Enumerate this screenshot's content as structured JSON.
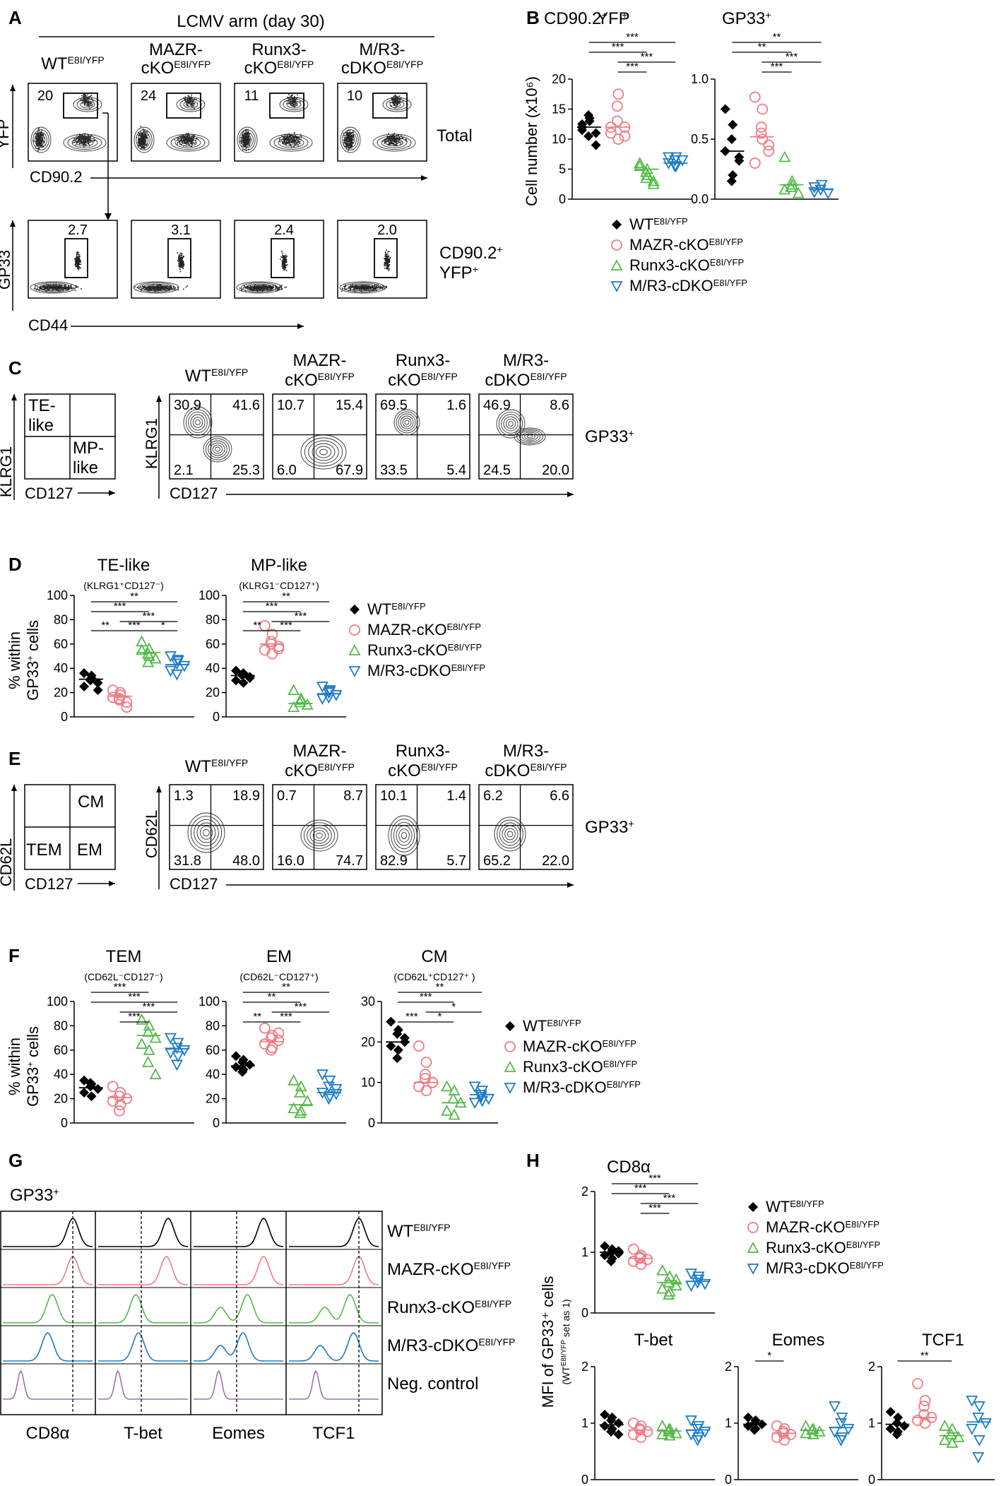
{
  "panel_labels": {
    "A": "A",
    "B": "B",
    "C": "C",
    "D": "D",
    "E": "E",
    "F": "F",
    "G": "G",
    "H": "H"
  },
  "colors": {
    "wt": "#000000",
    "mazr": "#ee7d86",
    "runx3": "#55b94a",
    "mr3": "#1f7bc4",
    "neg": "#9b72b0"
  },
  "genotypes": [
    {
      "name": "WT",
      "sup": "E8I/YFP"
    },
    {
      "name": "MAZR-cKO",
      "sup": "E8I/YFP"
    },
    {
      "name": "Runx3-cKO",
      "sup": "E8I/YFP"
    },
    {
      "name": "M/R3-cDKO",
      "sup": "E8I/YFP"
    }
  ],
  "genotypes_two_line": [
    {
      "l1": "",
      "l2": "WT",
      "sup": "E8I/YFP"
    },
    {
      "l1": "MAZR-",
      "l2": "cKO",
      "sup": "E8I/YFP"
    },
    {
      "l1": "Runx3-",
      "l2": "cKO",
      "sup": "E8I/YFP"
    },
    {
      "l1": "M/R3-",
      "l2": "cDKO",
      "sup": "E8I/YFP"
    }
  ],
  "neg_control": "Neg. control",
  "panelA": {
    "title": "LCMV arm (day 30)",
    "row1_label": "Total",
    "row2_label_l1": "CD90.2",
    "row2_label_sup": "+",
    "row2_label_l2": "YFP",
    "row2_label_l2_sup": "+",
    "row1_x": "CD90.2",
    "row1_y": "YFP",
    "row2_x": "CD44",
    "row2_y": "GP33",
    "row1_values": [
      "20",
      "24",
      "11",
      "10"
    ],
    "row2_values": [
      "2.7",
      "3.1",
      "2.4",
      "2.0"
    ]
  },
  "panelC": {
    "key_tl": [
      "TE-",
      "like"
    ],
    "key_br": [
      "MP-",
      "like"
    ],
    "x": "CD127",
    "y": "KLRG1",
    "side": "GP33",
    "side_sup": "+",
    "quads": [
      [
        "30.9",
        "41.6",
        "2.1",
        "25.3"
      ],
      [
        "10.7",
        "15.4",
        "6.0",
        "67.9"
      ],
      [
        "69.5",
        "1.6",
        "33.5",
        "5.4"
      ],
      [
        "46.9",
        "8.6",
        "24.5",
        "20.0"
      ]
    ]
  },
  "panelE": {
    "key_tr": "CM",
    "key_bl": "TEM",
    "key_br": "EM",
    "x": "CD127",
    "y": "CD62L",
    "side": "GP33",
    "side_sup": "+",
    "quads": [
      [
        "1.3",
        "18.9",
        "31.8",
        "48.0"
      ],
      [
        "0.7",
        "8.7",
        "16.0",
        "74.7"
      ],
      [
        "10.1",
        "1.4",
        "82.9",
        "5.7"
      ],
      [
        "6.2",
        "6.6",
        "65.2",
        "22.0"
      ]
    ]
  },
  "panelG": {
    "title": "GP33",
    "title_sup": "+",
    "markers": [
      "CD8α",
      "T-bet",
      "Eomes",
      "TCF1"
    ]
  },
  "chart_data": [
    {
      "id": "B1",
      "type": "scatter",
      "title": "CD90.2⁺YFP⁺",
      "ylabel": "Cell number (x10⁶)",
      "ylim": [
        0,
        20
      ],
      "yticks": [
        "0",
        "5",
        "10",
        "15",
        "20"
      ],
      "series": [
        {
          "name": "WT",
          "values": [
            12.5,
            13.5,
            10.5,
            11,
            12,
            13,
            14,
            9,
            11.5
          ]
        },
        {
          "name": "MAZR-cKO",
          "values": [
            12,
            17.5,
            15.5,
            10.5,
            11,
            10,
            13,
            12
          ]
        },
        {
          "name": "Runx3-cKO",
          "values": [
            5.5,
            4,
            3.5,
            2.5,
            6,
            5,
            4.5,
            3
          ]
        },
        {
          "name": "M/R3-cDKO",
          "values": [
            6,
            7,
            5.5,
            6.5,
            7,
            5.5,
            6.5
          ]
        }
      ],
      "means": [
        12,
        12,
        5,
        6
      ],
      "sig": [
        "***",
        "***",
        "***",
        "***"
      ]
    },
    {
      "id": "B2",
      "type": "scatter",
      "title": "GP33⁺",
      "ylim": [
        0,
        1
      ],
      "yticks": [
        "0.0",
        "0.5",
        "1.0"
      ],
      "series": [
        {
          "name": "WT",
          "values": [
            0.75,
            0.62,
            0.5,
            0.35,
            0.4,
            0.2,
            0.15,
            0.32
          ]
        },
        {
          "name": "MAZR-cKO",
          "values": [
            0.85,
            0.75,
            0.55,
            0.45,
            0.3,
            0.5,
            0.6,
            0.4
          ]
        },
        {
          "name": "Runx3-cKO",
          "values": [
            0.35,
            0.15,
            0.1,
            0.05,
            0.08,
            0.12
          ]
        },
        {
          "name": "M/R3-cDKO",
          "values": [
            0.1,
            0.12,
            0.08,
            0.05,
            0.06
          ]
        }
      ],
      "means": [
        0.4,
        0.52,
        0.12,
        0.08
      ],
      "sig": [
        "**",
        "**",
        "***",
        "***"
      ]
    },
    {
      "id": "D1",
      "type": "scatter",
      "title": "TE-like",
      "subtitle": "(KLRG1⁺CD127⁻)",
      "ylabel": "% within GP33⁺ cells",
      "ylim": [
        0,
        100
      ],
      "yticks": [
        "0",
        "20",
        "40",
        "60",
        "80",
        "100"
      ],
      "series": [
        {
          "name": "WT",
          "values": [
            36,
            32,
            30,
            28,
            25,
            34,
            31,
            22
          ]
        },
        {
          "name": "MAZR-cKO",
          "values": [
            22,
            18,
            15,
            12,
            16,
            20,
            14,
            8
          ]
        },
        {
          "name": "Runx3-cKO",
          "values": [
            62,
            56,
            52,
            48,
            55,
            50,
            45
          ]
        },
        {
          "name": "M/R3-cDKO",
          "values": [
            50,
            46,
            44,
            42,
            38,
            47,
            35
          ]
        }
      ],
      "means": [
        31,
        17,
        53,
        43
      ],
      "sig": [
        "**",
        "***",
        "**",
        "***",
        "***",
        "*"
      ]
    },
    {
      "id": "D2",
      "type": "scatter",
      "title": "MP-like",
      "subtitle": "(KLRG1⁻CD127⁺)",
      "ylim": [
        0,
        100
      ],
      "yticks": [
        "0",
        "20",
        "40",
        "60",
        "80",
        "100"
      ],
      "series": [
        {
          "name": "WT",
          "values": [
            38,
            36,
            34,
            32,
            30,
            28,
            35,
            33
          ]
        },
        {
          "name": "MAZR-cKO",
          "values": [
            75,
            68,
            62,
            58,
            55,
            52,
            60,
            56
          ]
        },
        {
          "name": "Runx3-cKO",
          "values": [
            22,
            15,
            12,
            10,
            8,
            14
          ]
        },
        {
          "name": "M/R3-cDKO",
          "values": [
            25,
            22,
            20,
            18,
            15,
            21,
            16
          ]
        }
      ],
      "means": [
        34,
        60,
        11,
        19
      ],
      "sig": [
        "**",
        "***",
        "***",
        "**",
        "***"
      ]
    },
    {
      "id": "F1",
      "type": "scatter",
      "title": "TEM",
      "subtitle": "(CD62L⁻CD127⁻)",
      "ylabel": "% within GP33⁺ cells",
      "ylim": [
        0,
        100
      ],
      "yticks": [
        "0",
        "20",
        "40",
        "60",
        "80",
        "100"
      ],
      "series": [
        {
          "name": "WT",
          "values": [
            35,
            32,
            30,
            28,
            25,
            22,
            33
          ]
        },
        {
          "name": "MAZR-cKO",
          "values": [
            30,
            25,
            22,
            20,
            18,
            15,
            10
          ]
        },
        {
          "name": "Runx3-cKO",
          "values": [
            85,
            80,
            75,
            70,
            65,
            60,
            50,
            40
          ]
        },
        {
          "name": "M/R3-cDKO",
          "values": [
            70,
            66,
            62,
            60,
            58,
            55,
            48
          ]
        }
      ],
      "means": [
        29,
        21,
        72,
        61
      ],
      "sig": [
        "***",
        "***",
        "***",
        "***"
      ]
    },
    {
      "id": "F2",
      "type": "scatter",
      "title": "EM",
      "subtitle": "(CD62L⁻CD127⁺)",
      "ylim": [
        0,
        100
      ],
      "yticks": [
        "0",
        "20",
        "40",
        "60",
        "80",
        "100"
      ],
      "series": [
        {
          "name": "WT",
          "values": [
            55,
            52,
            50,
            48,
            46,
            44,
            42
          ]
        },
        {
          "name": "MAZR-cKO",
          "values": [
            78,
            72,
            70,
            68,
            65,
            62,
            60,
            74
          ]
        },
        {
          "name": "Runx3-cKO",
          "values": [
            35,
            30,
            25,
            18,
            12,
            10,
            8
          ]
        },
        {
          "name": "M/R3-cDKO",
          "values": [
            40,
            35,
            30,
            28,
            25,
            22,
            20,
            24
          ]
        }
      ],
      "means": [
        47,
        67,
        15,
        25
      ],
      "sig": [
        "**",
        "**",
        "**",
        "***",
        "***"
      ]
    },
    {
      "id": "F3",
      "type": "scatter",
      "title": "CM",
      "subtitle": "(CD62L⁺CD127⁺ )",
      "ylim": [
        0,
        30
      ],
      "yticks": [
        "0",
        "10",
        "20",
        "30"
      ],
      "series": [
        {
          "name": "WT",
          "values": [
            25,
            23,
            22,
            20,
            19,
            18,
            16,
            21
          ]
        },
        {
          "name": "MAZR-cKO",
          "values": [
            19,
            15,
            12,
            10,
            9,
            8,
            11,
            10
          ]
        },
        {
          "name": "Runx3-cKO",
          "values": [
            9,
            8,
            6,
            5,
            3,
            2
          ]
        },
        {
          "name": "M/R3-cDKO",
          "values": [
            9,
            8,
            7,
            6,
            5,
            5.5,
            6.5
          ]
        }
      ],
      "means": [
        20,
        10,
        5,
        7
      ],
      "sig": [
        "**",
        "***",
        "***",
        "*",
        "*"
      ]
    },
    {
      "id": "H1",
      "type": "scatter",
      "title": "CD8α",
      "ylabel": "MFI of GP33⁺ cells",
      "ylabel2": "(WTᴱ⁸ᴵᐟʸᶠᵖ set as 1)",
      "ylim": [
        0,
        2
      ],
      "yticks": [
        "0",
        "1",
        "2"
      ],
      "series": [
        {
          "name": "WT",
          "values": [
            1.1,
            1.05,
            1.0,
            0.98,
            0.95,
            0.9,
            0.85,
            1.02
          ]
        },
        {
          "name": "MAZR-cKO",
          "values": [
            1.05,
            0.95,
            0.9,
            0.88,
            0.85,
            0.8,
            0.92
          ]
        },
        {
          "name": "Runx3-cKO",
          "values": [
            0.7,
            0.6,
            0.5,
            0.45,
            0.4,
            0.35,
            0.3,
            0.55
          ]
        },
        {
          "name": "M/R3-cDKO",
          "values": [
            0.65,
            0.55,
            0.5,
            0.48,
            0.45,
            0.6
          ]
        }
      ],
      "means": [
        1.0,
        0.9,
        0.5,
        0.52
      ],
      "sig": [
        "***",
        "***",
        "***",
        "***"
      ]
    },
    {
      "id": "H2",
      "type": "scatter",
      "title": "T-bet",
      "ylim": [
        0,
        2
      ],
      "yticks": [
        "0",
        "1",
        "2"
      ],
      "series": [
        {
          "name": "WT",
          "values": [
            1.15,
            1.1,
            1.05,
            1.0,
            0.95,
            0.9,
            0.85,
            0.8
          ]
        },
        {
          "name": "MAZR-cKO",
          "values": [
            1.0,
            0.95,
            0.9,
            0.85,
            0.8,
            0.75,
            0.88
          ]
        },
        {
          "name": "Runx3-cKO",
          "values": [
            0.95,
            0.9,
            0.85,
            0.82,
            0.8,
            0.78,
            0.88
          ]
        },
        {
          "name": "M/R3-cDKO",
          "values": [
            1.05,
            0.95,
            0.9,
            0.85,
            0.8,
            0.75,
            0.7
          ]
        }
      ],
      "means": [
        0.97,
        0.88,
        0.86,
        0.88
      ],
      "sig": []
    },
    {
      "id": "H3",
      "type": "scatter",
      "title": "Eomes",
      "ylim": [
        0,
        2
      ],
      "yticks": [
        "0",
        "1",
        "2"
      ],
      "series": [
        {
          "name": "WT",
          "values": [
            1.1,
            1.05,
            1.0,
            0.98,
            0.95,
            0.9,
            0.88
          ]
        },
        {
          "name": "MAZR-cKO",
          "values": [
            0.95,
            0.9,
            0.85,
            0.8,
            0.75,
            0.7,
            0.82
          ]
        },
        {
          "name": "Runx3-cKO",
          "values": [
            0.95,
            0.9,
            0.88,
            0.85,
            0.82,
            0.8
          ]
        },
        {
          "name": "M/R3-cDKO",
          "values": [
            1.3,
            1.1,
            1.0,
            0.9,
            0.85,
            0.75,
            0.7
          ]
        }
      ],
      "means": [
        0.98,
        0.82,
        0.87,
        0.92
      ],
      "sig": [
        "*"
      ]
    },
    {
      "id": "H4",
      "type": "scatter",
      "title": "TCF1",
      "ylim": [
        0,
        2
      ],
      "yticks": [
        "0",
        "1",
        "2"
      ],
      "series": [
        {
          "name": "WT",
          "values": [
            1.2,
            1.1,
            1.0,
            0.95,
            0.9,
            0.85,
            0.8
          ]
        },
        {
          "name": "MAZR-cKO",
          "values": [
            1.7,
            1.4,
            1.3,
            1.1,
            1.05,
            1.0,
            1.15
          ]
        },
        {
          "name": "Runx3-cKO",
          "values": [
            0.95,
            0.9,
            0.8,
            0.75,
            0.7,
            0.65
          ]
        },
        {
          "name": "M/R3-cDKO",
          "values": [
            1.4,
            1.3,
            1.1,
            1.0,
            0.9,
            0.7,
            0.4
          ]
        }
      ],
      "means": [
        0.98,
        1.1,
        0.78,
        1.02
      ],
      "sig": [
        "**"
      ]
    }
  ]
}
